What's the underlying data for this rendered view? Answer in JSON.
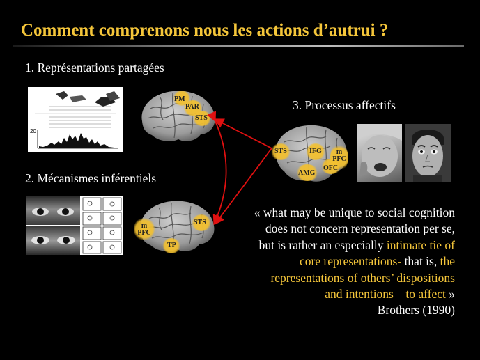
{
  "slide": {
    "title": "Comment comprenons nous les actions d’autrui ?",
    "sections": {
      "shared": "1. Représentations partagées",
      "inferential": "2. Mécanismes inférentiels",
      "affective": "3. Processus affectifs"
    },
    "brain_labels": {
      "top": [
        "PM",
        "PAR",
        "STS"
      ],
      "bottom": [
        "m PFC",
        "STS",
        "TP"
      ],
      "right": [
        "STS",
        "IFG",
        "m PFC",
        "OFC",
        "AMG"
      ]
    },
    "panel1_axis_tick": "20",
    "quote": {
      "p1": "« what may be unique to social cognition does not concern representation per se, but is rather an especially ",
      "h1": "intimate tie of core representations-",
      "p2": " that is, ",
      "h2": "the representations of others’ dispositions and intentions – to affect",
      "p3": " »",
      "citation": "Brothers (1990)"
    }
  }
}
